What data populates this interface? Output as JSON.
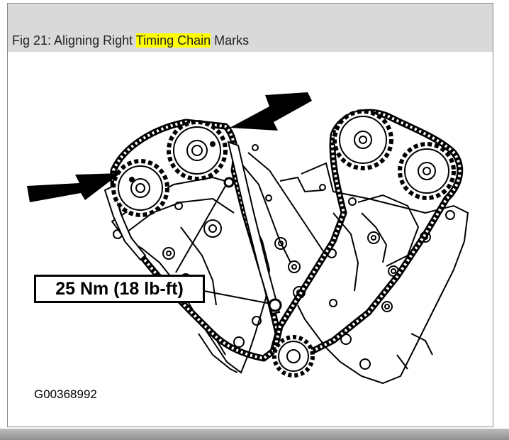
{
  "caption": {
    "prefix": "Fig 21: Aligning Right ",
    "highlight": "Timing Chain",
    "suffix": " Marks",
    "highlight_color": "#ffff00"
  },
  "diagram": {
    "torque_label": "25 Nm (18 lb-ft)",
    "part_number": "G00368992"
  }
}
